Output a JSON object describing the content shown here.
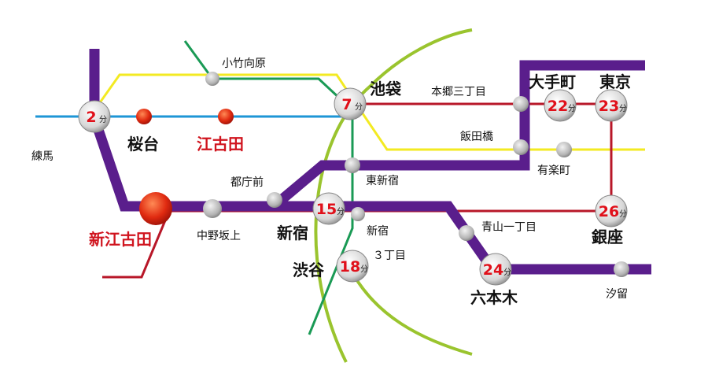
{
  "colors": {
    "yamanote": "#9ac42e",
    "purple": "#5a1e8c",
    "red": "#b81728",
    "yellow": "#f3ea22",
    "blue": "#1e96d6",
    "green": "#1a9a55"
  },
  "stations": {
    "nerima": "練馬",
    "sakuradai": "桜台",
    "ekoda": "江古田",
    "shin_egota": "新江古田",
    "kotake": "小竹向原",
    "ikebukuro": "池袋",
    "hongo": "本郷三丁目",
    "otemachi": "大手町",
    "tokyo": "東京",
    "iidabashi": "飯田橋",
    "yurakucho": "有楽町",
    "higashi_shinjuku": "東新宿",
    "tochomae": "都庁前",
    "nakano_sakaue": "中野坂上",
    "shinjuku_big": "新宿",
    "shinjuku_small": "新宿",
    "aoyama": "青山一丁目",
    "ginza": "銀座",
    "roppongi": "六本木",
    "shiodome": "汐留",
    "shibuya": "渋谷",
    "sanchome": "３丁目"
  },
  "times": {
    "unit": "分",
    "nerima": "2",
    "ikebukuro": "7",
    "otemachi": "22",
    "tokyo": "23",
    "shinjuku": "15",
    "ginza": "26",
    "roppongi": "24",
    "shibuya": "18"
  }
}
